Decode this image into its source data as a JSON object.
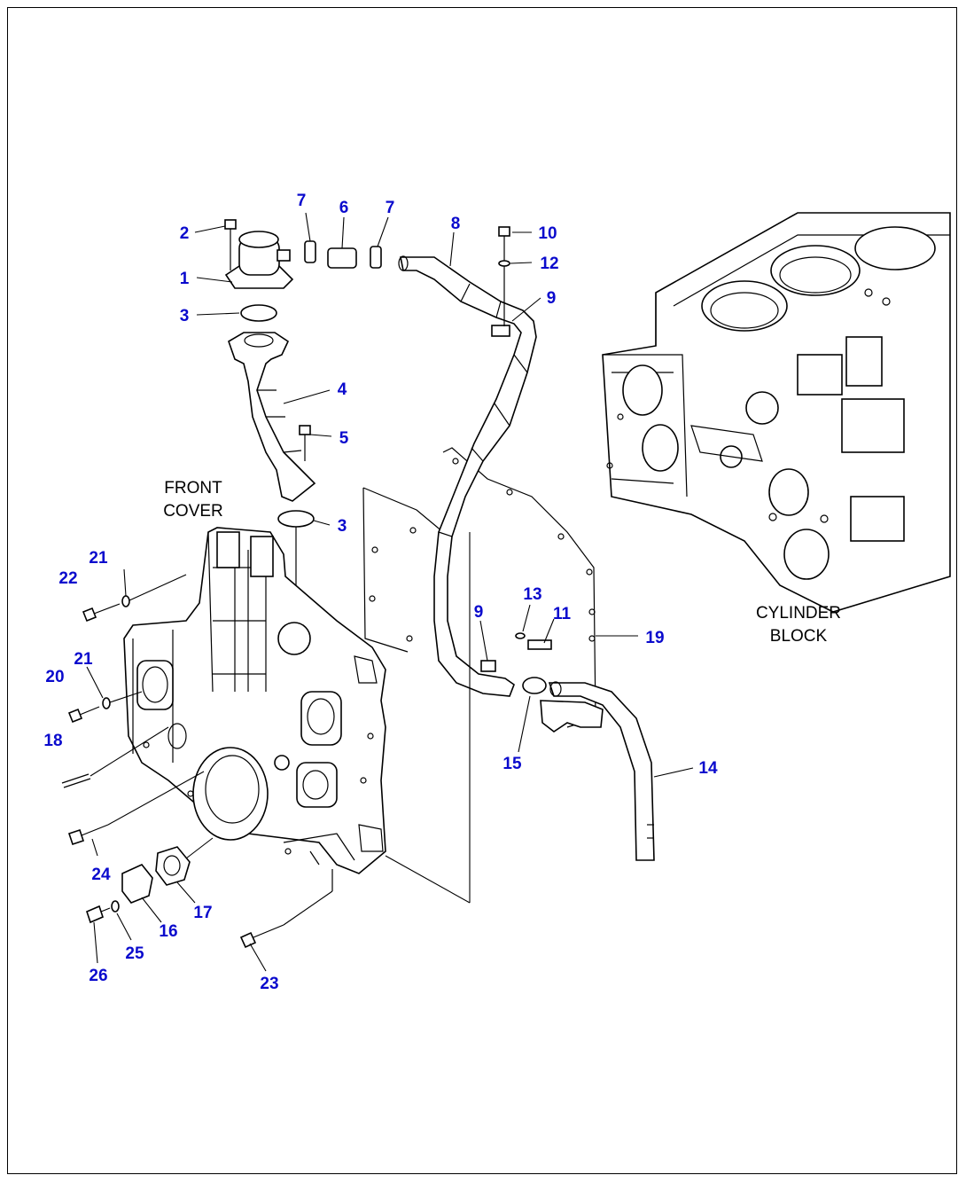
{
  "captions": {
    "front_cover_line1": "FRONT",
    "front_cover_line2": "COVER",
    "cylinder_block_line1": "CYLINDER",
    "cylinder_block_line2": "BLOCK"
  },
  "callouts": [
    "1",
    "2",
    "3",
    "3",
    "4",
    "5",
    "6",
    "7",
    "7",
    "8",
    "9",
    "9",
    "10",
    "11",
    "12",
    "13",
    "14",
    "15",
    "16",
    "17",
    "18",
    "19",
    "20",
    "21",
    "21",
    "22",
    "23",
    "24",
    "25",
    "26"
  ],
  "colors": {
    "callout": "#0a0acd",
    "line": "#000000"
  }
}
